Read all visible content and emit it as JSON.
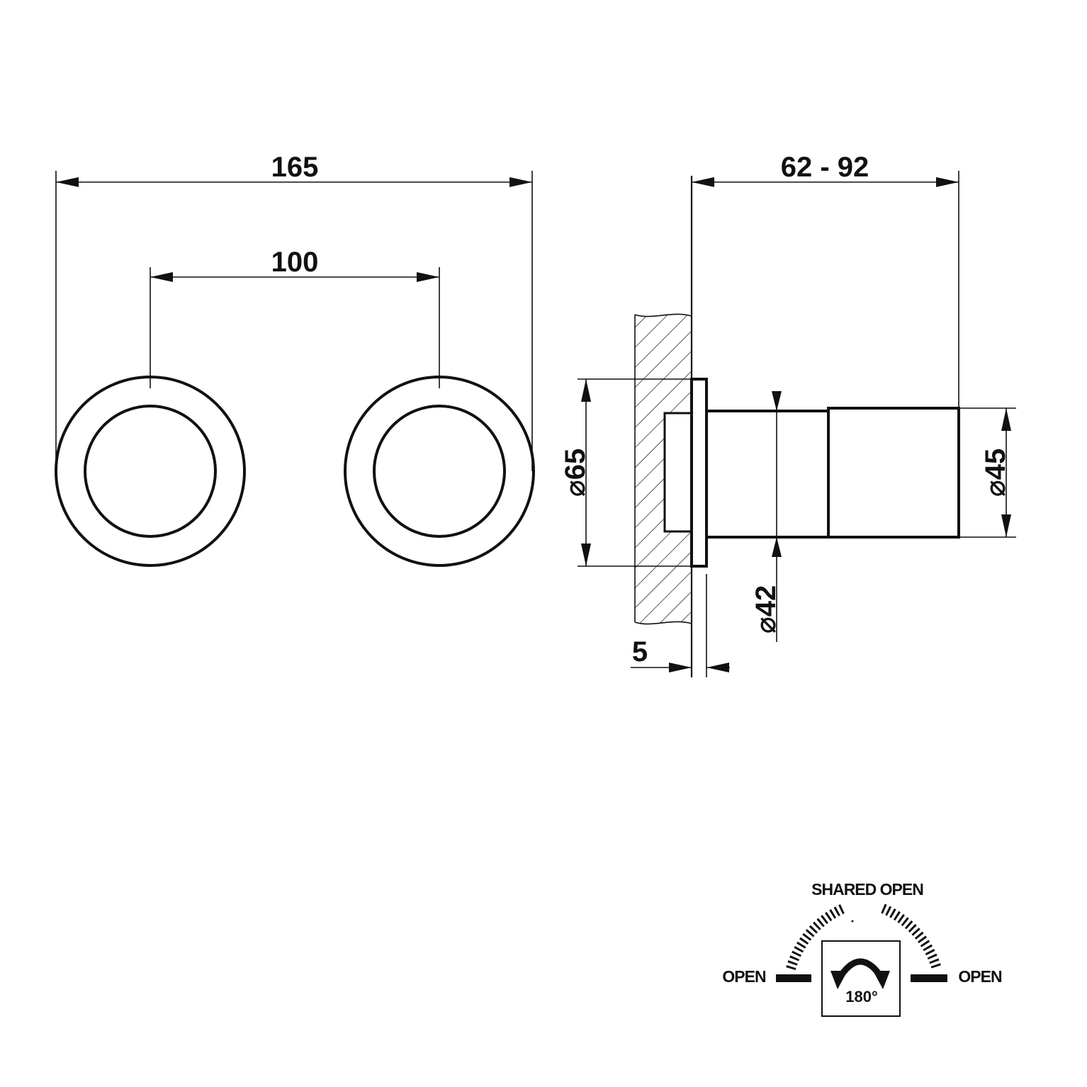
{
  "dimensions": {
    "overall_width": "165",
    "center_distance": "100",
    "projection_range": "62 - 92",
    "plate_diameter": "65",
    "stem_diameter": "42",
    "handle_diameter": "45",
    "plate_thickness": "5",
    "diameter_symbol": "⌀"
  },
  "legend": {
    "shared_open": "SHARED OPEN",
    "open_left": "OPEN",
    "open_right": "OPEN",
    "rotation": "180°"
  },
  "colors": {
    "line": "#111111",
    "background": "#ffffff"
  }
}
